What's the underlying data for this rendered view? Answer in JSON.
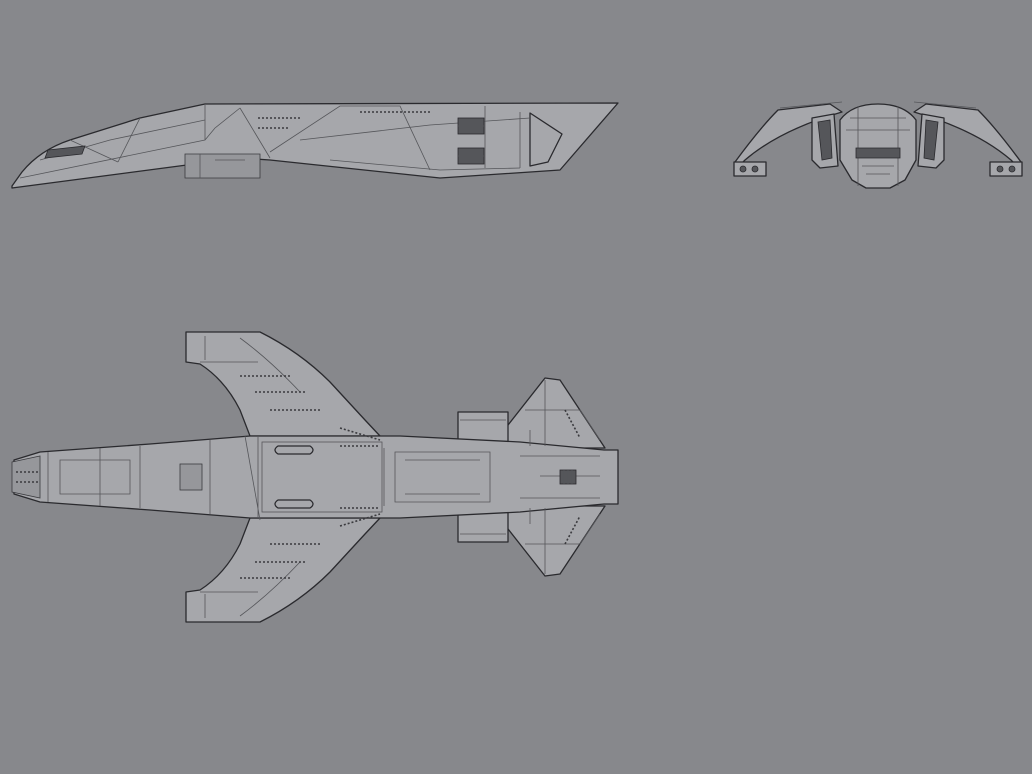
{
  "colors": {
    "background": "#87888c",
    "hull": "#a6a7ab",
    "outline": "#2a2a2e",
    "panel_lines": "#55565a"
  },
  "views": [
    {
      "name": "side-view"
    },
    {
      "name": "front-view"
    },
    {
      "name": "top-view"
    }
  ]
}
